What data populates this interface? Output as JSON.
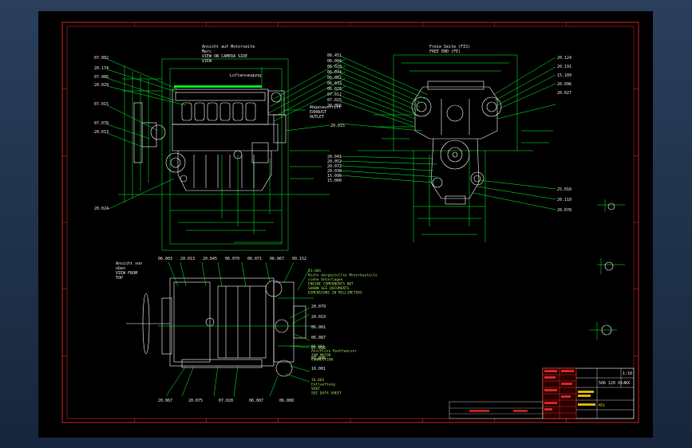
{
  "colors": {
    "background": "#000000",
    "frame_border": "#ff2a2a",
    "dimension": "#00ff2a",
    "geometry": "#ffffff",
    "text": "#e8e8e8",
    "callout_text": "#9fdc5a",
    "title_red": "#ff3030",
    "title_yellow": "#ffd200"
  },
  "views": {
    "side": {
      "title_lines": [
        "Ansicht auf Motorseite",
        "Marc",
        "VIEW ON CAMERA SIDE",
        "VIEW"
      ],
      "intake_label": "Luftansaugung",
      "exhaust_label_1": "Abgasaustritt",
      "exhaust_label_2": "EXHAUST",
      "exhaust_label_3": "OUTLET",
      "left_callouts": [
        "07.082",
        "20.174",
        "07.086",
        "20.029",
        "07.015",
        "07.078",
        "20.013",
        "20.024"
      ],
      "mid_callout": "20.015"
    },
    "front": {
      "title_lines": [
        "Freie Seite (FIS)",
        "FREE END (FE)"
      ],
      "left_callouts": [
        "06.451",
        "06.004",
        "06.020",
        "06.044",
        "06.082",
        "06.033",
        "06.025",
        "07.012",
        "07.025",
        "20.056"
      ],
      "right_callouts": [
        "20.124",
        "20.191",
        "15.109",
        "20.096",
        "20.027"
      ],
      "lower_callouts": [
        "20.041",
        "20.052",
        "20.072",
        "20.030",
        "15.096",
        "15.000"
      ],
      "bottom_right_callouts": [
        "25.018",
        "20.110",
        "20.078"
      ]
    },
    "top": {
      "title_lines": [
        "Ansicht von",
        "oben",
        "VIEW FROM",
        "TOP"
      ],
      "top_callouts": [
        "06.003",
        "20.013",
        "20.045",
        "06.070",
        "06.071",
        "06.067",
        "09.152"
      ],
      "right_callouts": [
        "20.079",
        "20.019",
        "06.001",
        "06.087",
        "07.016",
        "07.096",
        "16.001"
      ],
      "bottom_callouts": [
        "20.067",
        "20.075",
        "07.020",
        "06.007",
        "06.008"
      ]
    }
  },
  "notes": {
    "block_1": [
      "23.001",
      "Nicht dargestellte Motorbauteile",
      "siehe Unterlagen",
      "ENGINE COMPONENTS NOT",
      "SHOWN SEE DOCUMENTS",
      "DIMENSIONS IN MILLIMETERS"
    ],
    "block_2": [
      "06.004",
      "Anschluss Kuehlwasser",
      "ZUM MOTOR",
      "CONNECTION"
    ],
    "block_3": [
      "16.001",
      "Entlueftung",
      "VENT",
      "SEE DATA SHEET"
    ]
  },
  "title_block": {
    "scale": "1:10",
    "drawing_no": "506 120 XX XX",
    "revision": "A",
    "company": "MTU"
  }
}
